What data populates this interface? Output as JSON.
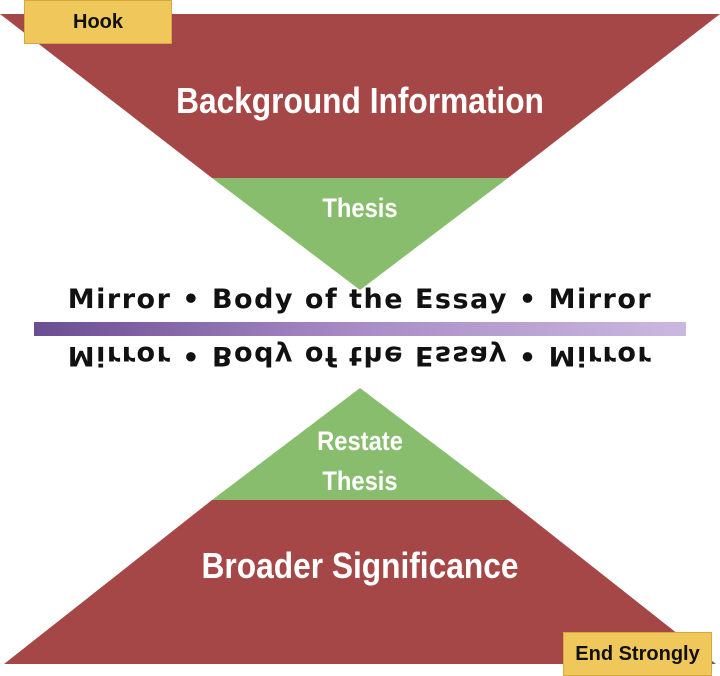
{
  "colors": {
    "red": "#a64747",
    "green": "#88bd6e",
    "yellow": "#f0c75a",
    "purple": "#6b4d92"
  },
  "introduction": {
    "hook": "Hook",
    "background": "Background Information",
    "thesis": "Thesis"
  },
  "body": {
    "text": "Mirror • Body of the Essay • Mirror",
    "mirrored_text": "Mirror • Body of the Essay • Mirror"
  },
  "conclusion": {
    "restate_line1": "Restate",
    "restate_line2": "Thesis",
    "significance": "Broader Significance",
    "end": "End Strongly"
  }
}
